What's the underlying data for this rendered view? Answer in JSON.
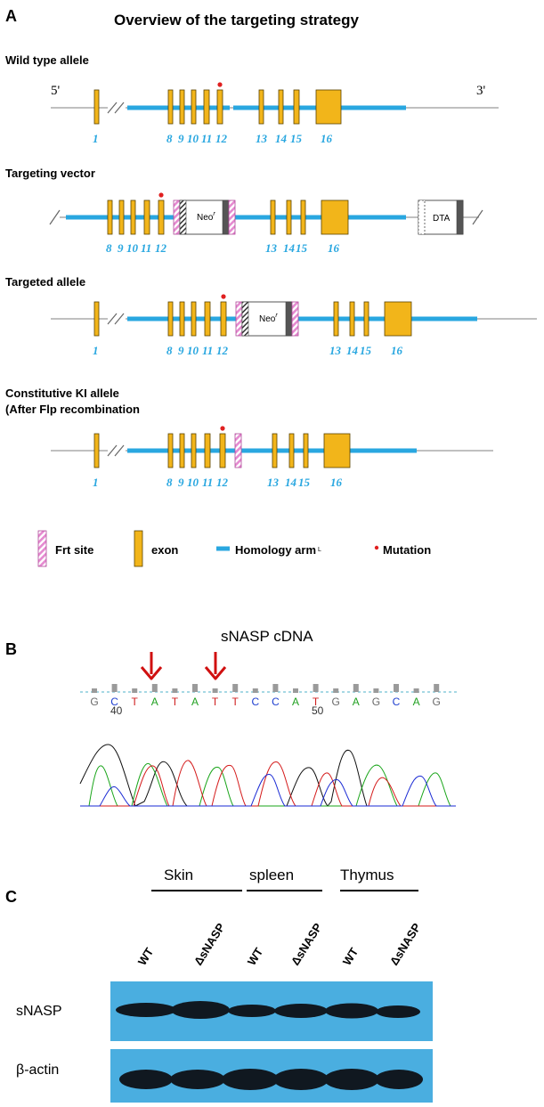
{
  "colors": {
    "exon": "#f2b51a",
    "exon_stroke": "#5a4300",
    "arm": "#29a7e0",
    "line": "#9a9a9a",
    "frt": "#e58ad0",
    "mutation": "#e02020",
    "exon_label": "#29a7e0",
    "arrow": "#d01010",
    "blot_bg": "#4aaee0",
    "band": "#101820"
  },
  "panel_a": {
    "letter": "A",
    "title": "Overview of the targeting strategy",
    "five_prime": "5'",
    "three_prime": "3'",
    "rows": [
      {
        "label": "Wild type allele",
        "exon_labels": [
          "1",
          "8",
          "9",
          "10",
          "11",
          "12",
          "13",
          "14",
          "15",
          "16"
        ]
      },
      {
        "label": "Targeting vector",
        "exon_labels": [
          "8",
          "9",
          "10",
          "11",
          "12",
          "13",
          "14",
          "15",
          "16"
        ],
        "neo_label": "Neo",
        "neo_sup": "r",
        "dta_label": "DTA"
      },
      {
        "label": "Targeted allele",
        "exon_labels": [
          "1",
          "8",
          "9",
          "10",
          "11",
          "12",
          "13",
          "14",
          "15",
          "16"
        ],
        "neo_label": "Neo",
        "neo_sup": "r"
      },
      {
        "label_line1": "Constitutive KI allele",
        "label_line2": "(After Flp recombination",
        "exon_labels": [
          "1",
          "8",
          "9",
          "10",
          "11",
          "12",
          "13",
          "14",
          "15",
          "16"
        ]
      }
    ],
    "legend": {
      "frt": "Frt site",
      "exon": "exon",
      "arm": "Homology arm",
      "arm_mark": "L",
      "mutation": "Mutation"
    }
  },
  "panel_b": {
    "letter": "B",
    "title": "sNASP cDNA",
    "bases": [
      "G",
      "C",
      "T",
      "A",
      "T",
      "A",
      "T",
      "T",
      "C",
      "C",
      "A",
      "T",
      "G",
      "A",
      "G",
      "C",
      "A",
      "G"
    ],
    "base_colors": {
      "G": "#6a6a6a",
      "C": "#1f3fd0",
      "T": "#d02020",
      "A": "#20a020"
    },
    "pos_40": "40",
    "pos_50": "50"
  },
  "panel_c": {
    "letter": "C",
    "tissues": [
      "Skin",
      "spleen",
      "Thymus"
    ],
    "lanes": [
      "WT",
      "ΔsNASP",
      "WT",
      "ΔsNASP",
      "WT",
      "ΔsNASP"
    ],
    "blots": [
      "sNASP",
      "β-actin"
    ]
  }
}
